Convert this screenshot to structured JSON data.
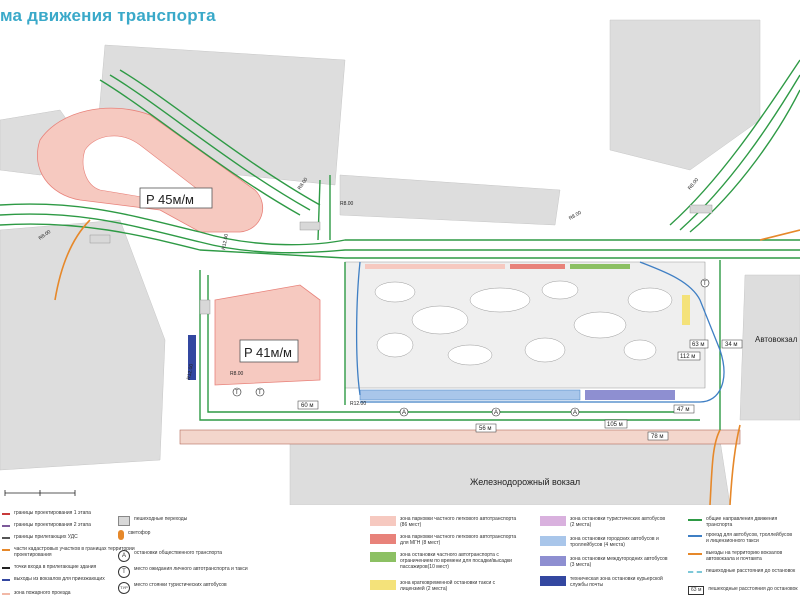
{
  "title": "ма движения транспорта",
  "map": {
    "parking_north_label": "P 45м/м",
    "parking_south_label": "P 41м/м",
    "bus_station_label": "Автовокзал",
    "rail_station_label": "Железнодорожный вокзал",
    "distance_labels": [
      "60 м",
      "56 м",
      "105 м",
      "78 м",
      "47 м",
      "63 м",
      "112 м",
      "34 м"
    ],
    "road_width_labels": [
      "R8.00",
      "R12.00",
      "R8.00",
      "R12.00",
      "R8.00",
      "R8.00",
      "R12.00",
      "R8.00",
      "R8.00"
    ],
    "stop_letters": [
      "A",
      "T",
      "TУР"
    ]
  },
  "legend": {
    "col1": [
      {
        "text": "границы проектирования 1 этапа"
      },
      {
        "text": "границы проектирования 2 этапа"
      },
      {
        "text": "границы прилегающих УДС"
      },
      {
        "text": "части кадастровых участков в границах территории проектирования"
      },
      {
        "text": "точки входа в прилегающие здания"
      },
      {
        "text": "выходы из вокзалов для приезжающих"
      },
      {
        "text": "зона пожарного проезда"
      }
    ],
    "col2": [
      {
        "text": "пешеходные переходы"
      },
      {
        "text": "светофор"
      },
      {
        "symbol": "A",
        "text": "остановки общественного транспорта"
      },
      {
        "symbol": "T",
        "text": "место ожидания личного автотранспорта и такси"
      },
      {
        "symbol": "TУР",
        "text": "место стоянки туристических автобусов"
      }
    ],
    "col3": [
      {
        "color": "#f6c9c0",
        "text": "зона парковки частного легкового автотранспорта (86 мест)"
      },
      {
        "color": "#e8827a",
        "text": "зона парковки частного легкового автотранспорта для МГН (8 мест)"
      },
      {
        "color": "#8cc063",
        "text": "зона остановки частного автотранспорта с ограничением по времени для посадки/высадки пассажиров(10 мест)"
      },
      {
        "color": "#f4e27a",
        "text": "зона кратковременной остановки такси с лицензией (2 места)"
      }
    ],
    "col4": [
      {
        "color": "#d9b1de",
        "text": "зона остановки туристических автобусов (2 места)"
      },
      {
        "color": "#a9c6ea",
        "text": "зона остановки городских автобусов и троллейбусов (4 места)"
      },
      {
        "color": "#8e8fd1",
        "text": "зона остановки междугородних автобусов (3 места)"
      },
      {
        "color": "#3347a0",
        "text": "техническая зона остановки курьерской службы почты"
      }
    ],
    "col5": [
      {
        "color": "#2e9a45",
        "text": "общие направления движения транспорта"
      },
      {
        "color": "#3f7fc4",
        "text": "проезд для автобусов, троллейбусов и лицензионного такси"
      },
      {
        "color": "#e6882a",
        "text": "выезды на территорию вокзалов автовокзала и почтамта"
      },
      {
        "color": "#7dc8d8",
        "text": "пешеходные расстояния до остановок"
      },
      {
        "badge": "63 м",
        "text": "пешеходные расстояния до остановок"
      }
    ]
  }
}
